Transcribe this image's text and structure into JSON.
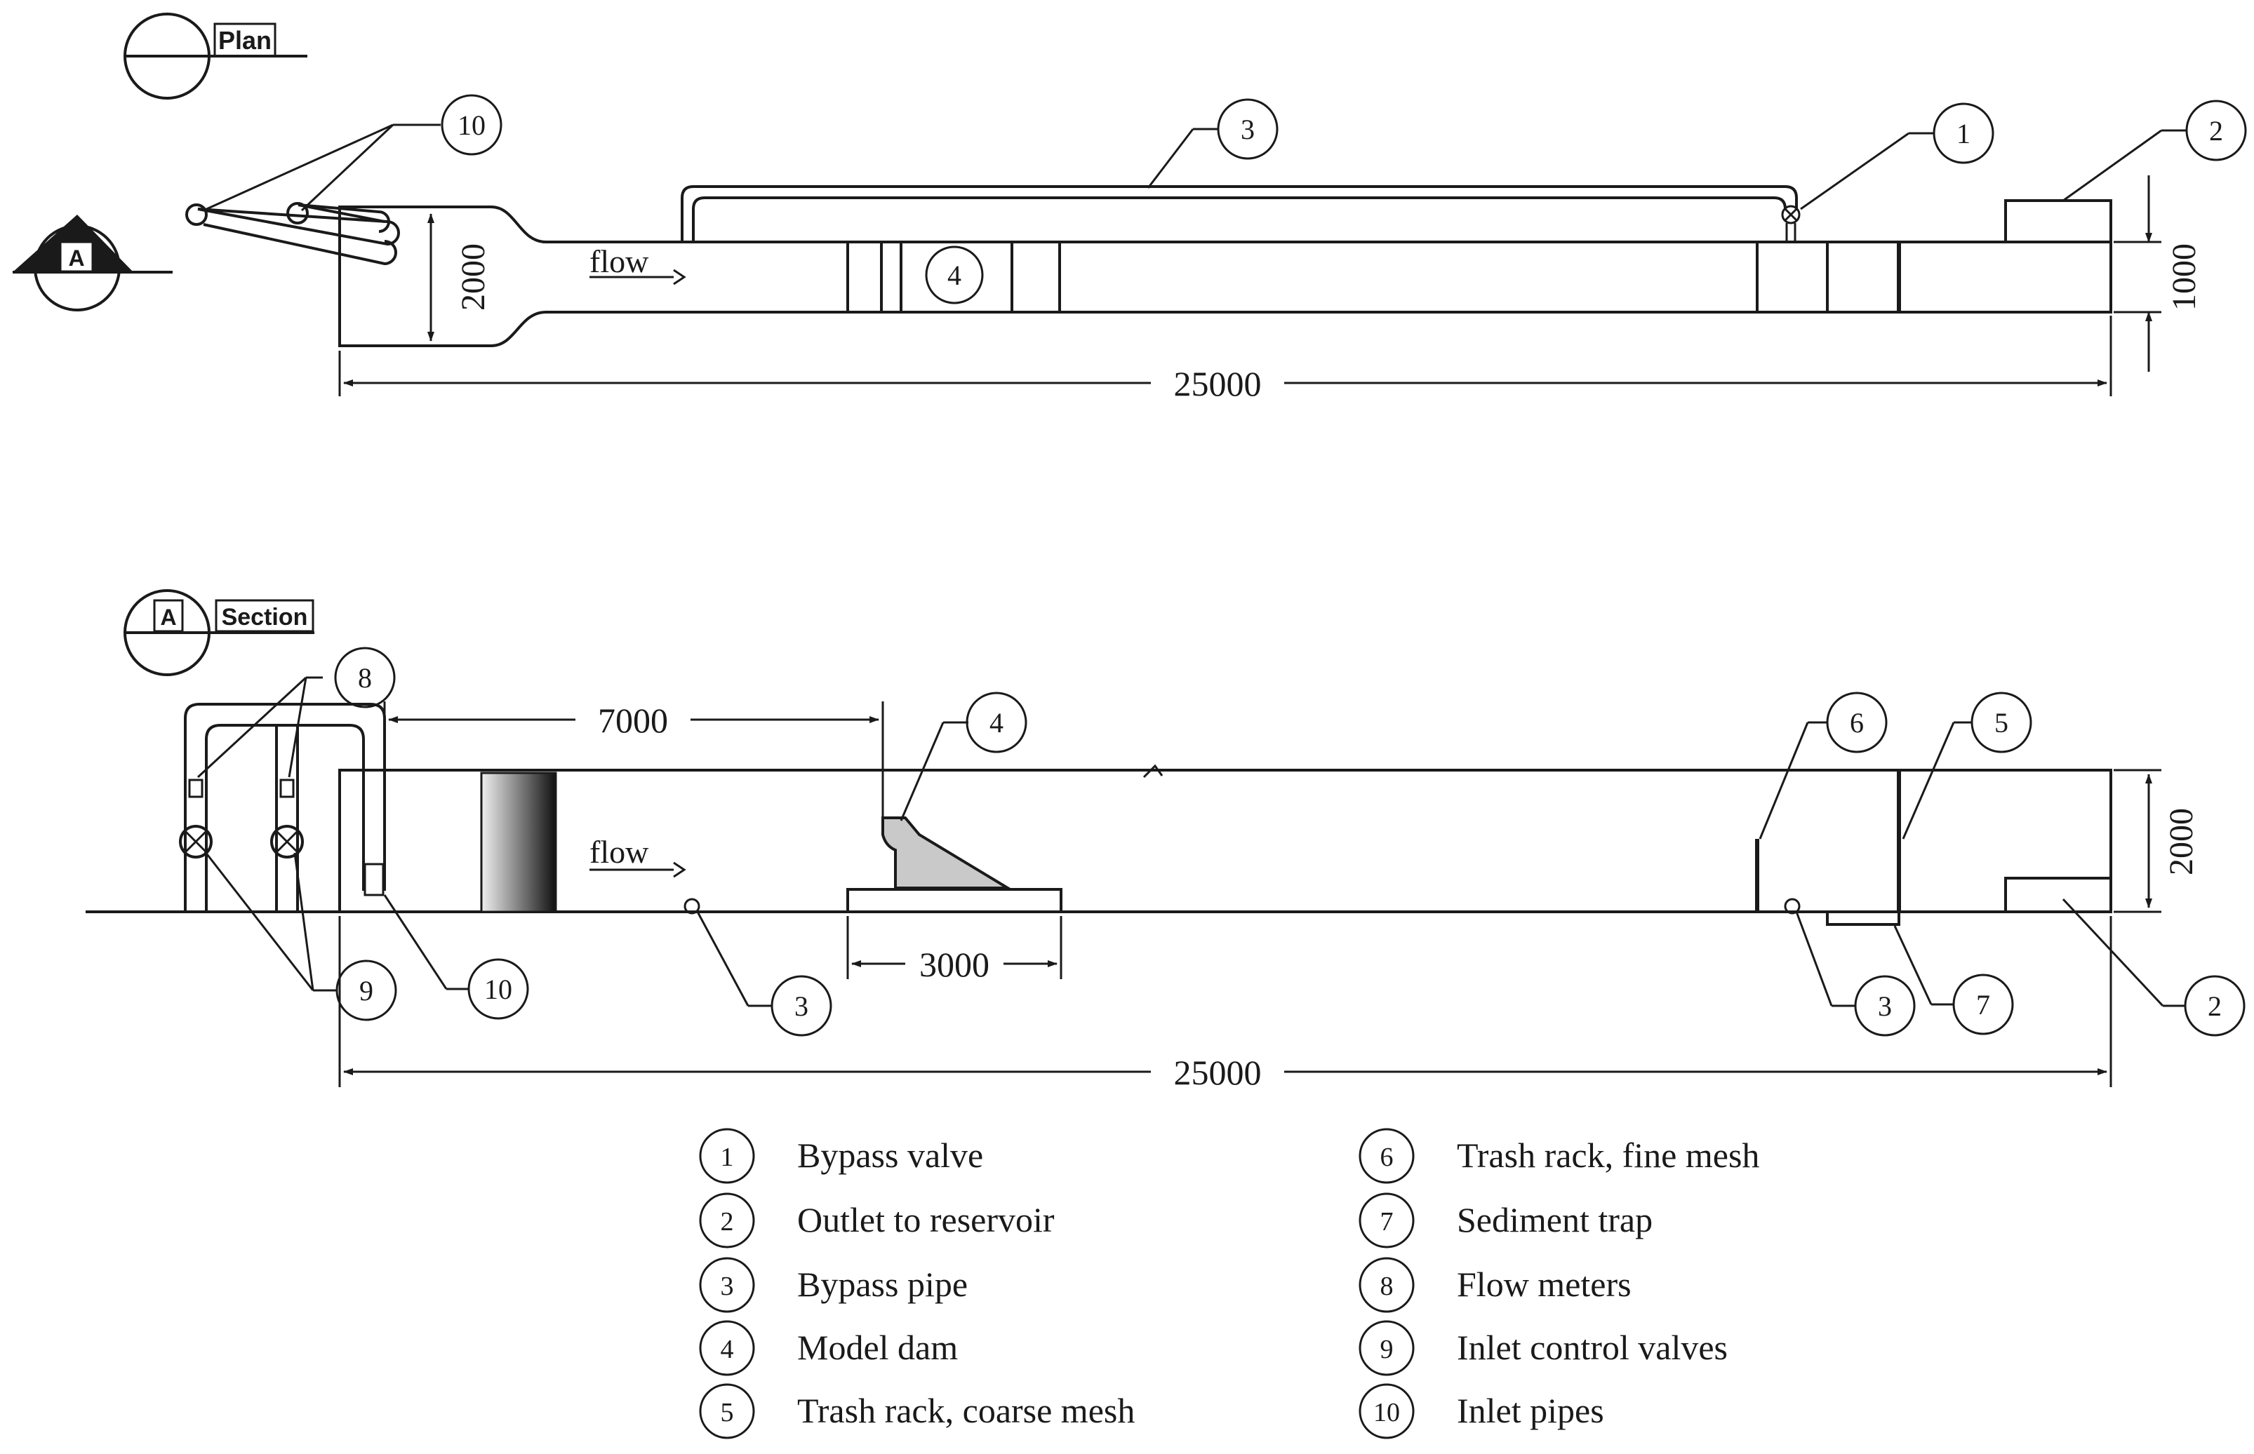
{
  "views": {
    "plan_label": "Plan",
    "section_label": "Section",
    "section_marker": "A"
  },
  "plan": {
    "flow_label": "flow",
    "dim_length": "25000",
    "dim_inlet_width": "2000",
    "dim_channel_width": "1000",
    "callouts": {
      "bypass_valve": "1",
      "outlet": "2",
      "bypass_pipe": "3",
      "model_dam": "4",
      "inlet_pipes": "10"
    }
  },
  "section": {
    "flow_label": "flow",
    "dim_length": "25000",
    "dim_height": "2000",
    "dim_to_dam": "7000",
    "dim_dam_base": "3000",
    "callouts": {
      "model_dam": "4",
      "fine_rack": "6",
      "coarse_rack": "5",
      "flow_meters": "8",
      "inlet_valves": "9",
      "inlet_pipes": "10",
      "bypass_pipe_left": "3",
      "bypass_pipe_right": "3",
      "sediment_trap": "7",
      "outlet": "2"
    }
  },
  "legend": [
    {
      "num": "1",
      "label": "Bypass valve"
    },
    {
      "num": "2",
      "label": "Outlet to reservoir"
    },
    {
      "num": "3",
      "label": "Bypass pipe"
    },
    {
      "num": "4",
      "label": "Model dam"
    },
    {
      "num": "5",
      "label": "Trash rack, coarse mesh"
    },
    {
      "num": "6",
      "label": "Trash rack, fine mesh"
    },
    {
      "num": "7",
      "label": "Sediment trap"
    },
    {
      "num": "8",
      "label": "Flow meters"
    },
    {
      "num": "9",
      "label": "Inlet control valves"
    },
    {
      "num": "10",
      "label": "Inlet pipes"
    }
  ]
}
